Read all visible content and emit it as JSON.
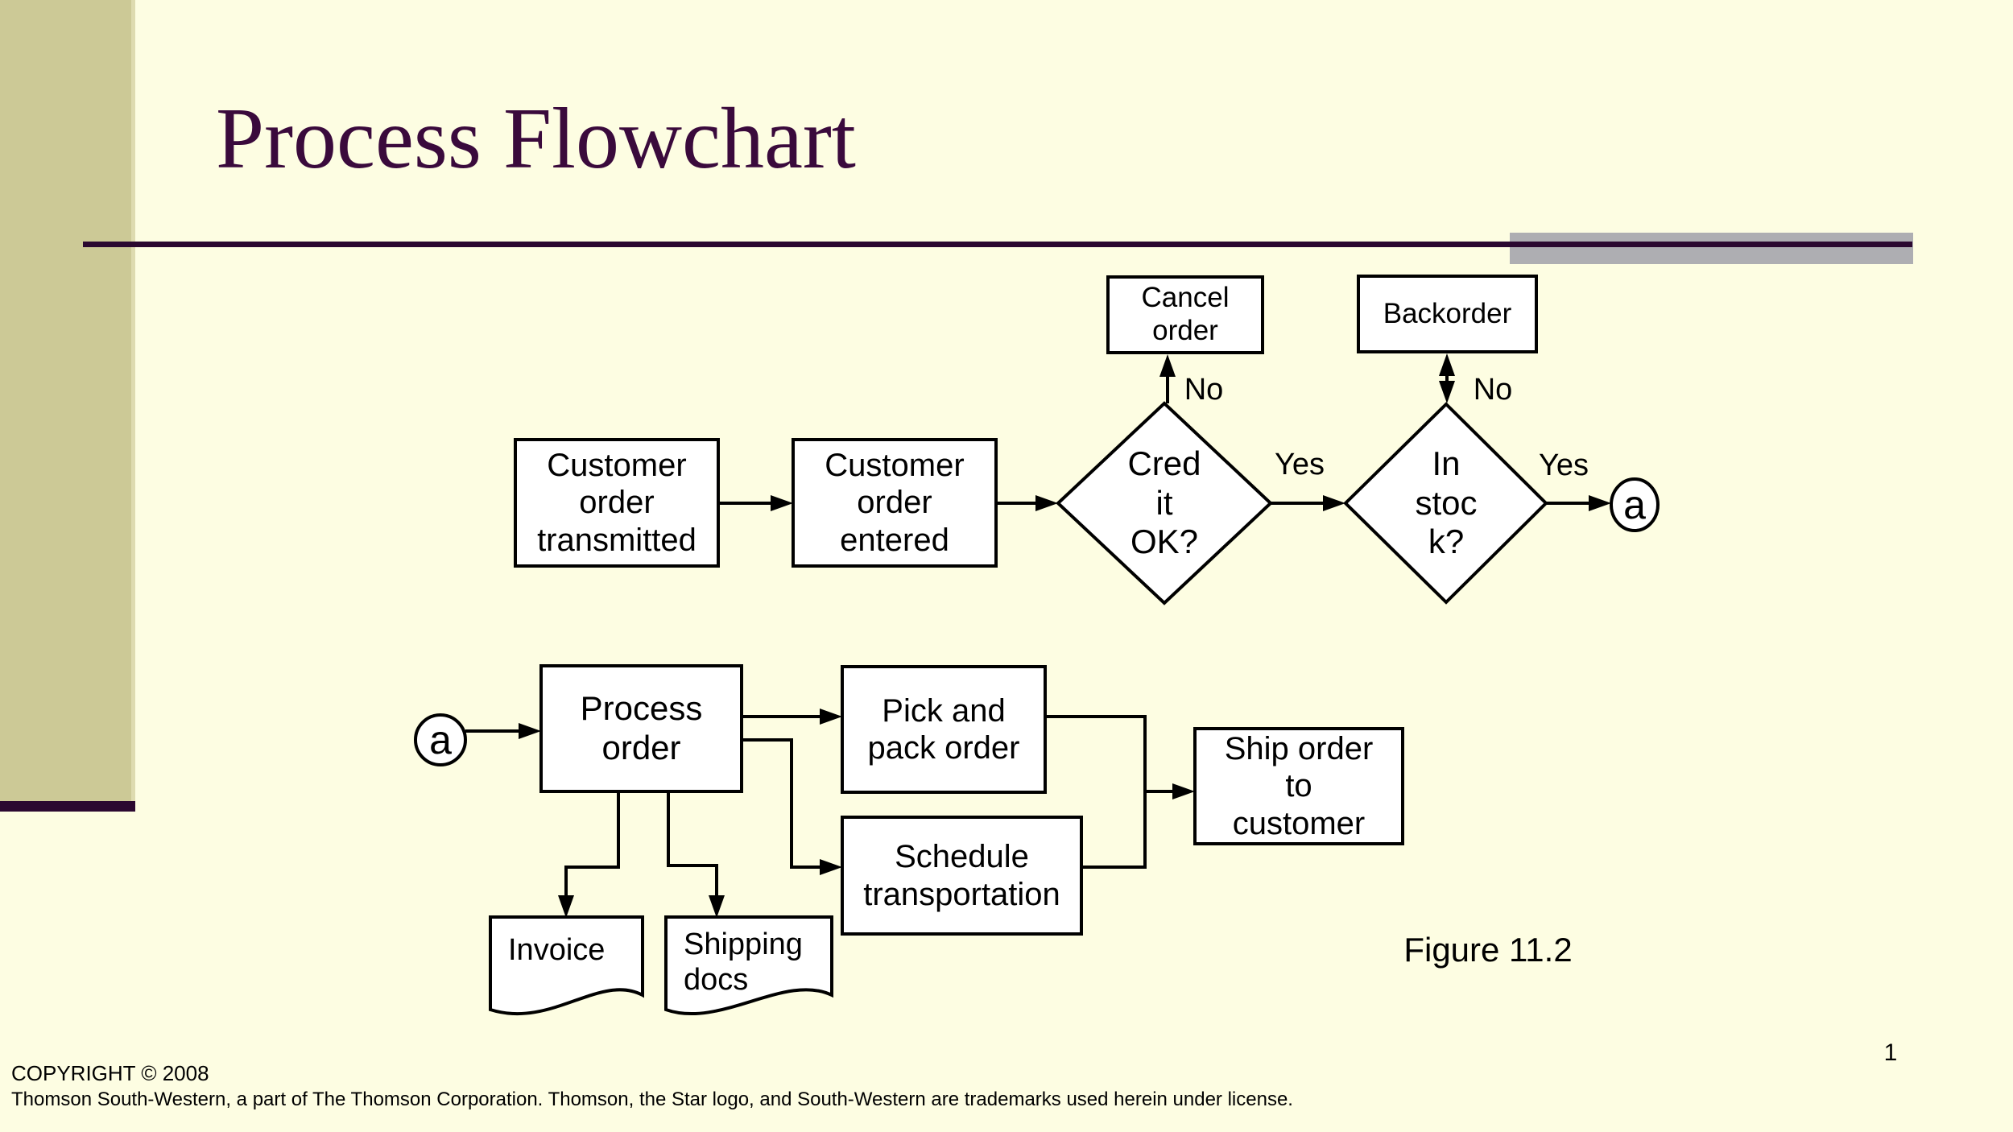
{
  "slide": {
    "title": "Process Flowchart",
    "figure_caption": "Figure 11.2",
    "page_number": "1",
    "footer_line1": "COPYRIGHT © 2008",
    "footer_line2": "Thomson South-Western, a part of The Thomson Corporation. Thomson, the Star logo, and South-Western are trademarks used herein under license.",
    "colors": {
      "background": "#fdfde2",
      "sidebar": "#ccc996",
      "title_text": "#3a0a3c",
      "rule": "#2b0830",
      "accent_bar": "#aeaeb2",
      "shape_fill": "#ffffff",
      "line": "#000000"
    }
  },
  "flowchart": {
    "nodes": {
      "customer_order_transmitted": "Customer\norder\ntransmitted",
      "customer_order_entered": "Customer\norder\nentered",
      "credit_ok": "Cred\nit\nOK?",
      "cancel_order": "Cancel\norder",
      "in_stock": "In\nstoc\nk?",
      "backorder": "Backorder",
      "connector_a_top": "a",
      "connector_a_bottom": "a",
      "process_order": "Process\norder",
      "pick_and_pack_order": "Pick and\npack order",
      "schedule_transportation": "Schedule\ntransportation",
      "ship_order_to_customer": "Ship order\nto\ncustomer",
      "invoice": "Invoice",
      "shipping_docs": "Shipping\ndocs"
    },
    "edge_labels": {
      "credit_no": "No",
      "credit_yes": "Yes",
      "stock_no": "No",
      "stock_yes": "Yes"
    }
  }
}
